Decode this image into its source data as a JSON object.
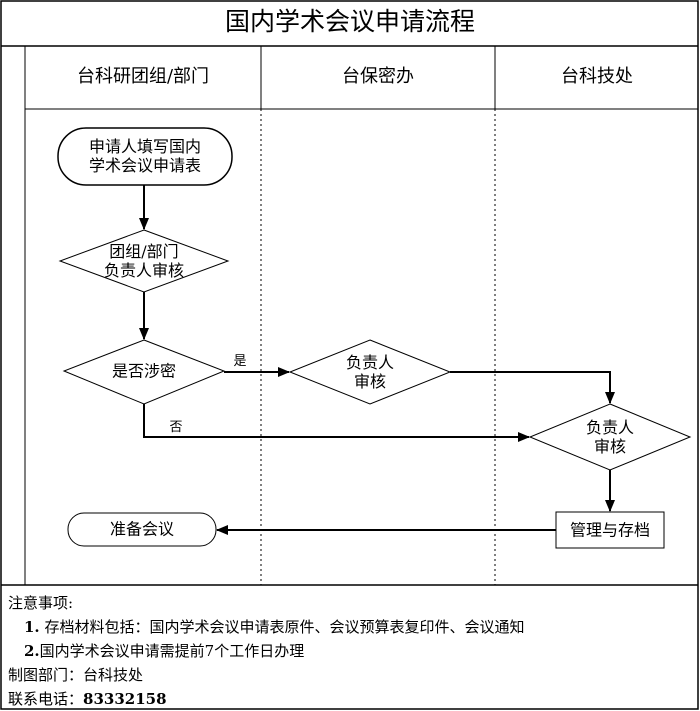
{
  "title": "国内学术会议申请流程",
  "lanes": [
    "台科研团组/部门",
    "台保密办",
    "台科技处"
  ],
  "nodes": {
    "apply_form": [
      "申请人填写国内",
      "学术会议申请表"
    ],
    "group_review": [
      "团组/部门",
      "负责人审核"
    ],
    "secret_check": "是否涉密",
    "secrecy_review": [
      "负责人",
      "审核"
    ],
    "sci_review": [
      "负责人",
      "审核"
    ],
    "manage_archive": "管理与存档",
    "prepare_meeting": "准备会议"
  },
  "edge_labels": {
    "yes": "是",
    "no": "否"
  },
  "notes": {
    "heading": "注意事项:",
    "item1_num": "1.",
    "item1_text": "存档材料包括：国内学术会议申请表原件、会议预算表复印件、会议通知",
    "item2_num": "2.",
    "item2_text": "国内学术会议申请需提前7个工作日办理",
    "dept_label": "制图部门：",
    "dept_value": "台科技处",
    "phone_label": "联系电话：",
    "phone_value": "83332158"
  }
}
